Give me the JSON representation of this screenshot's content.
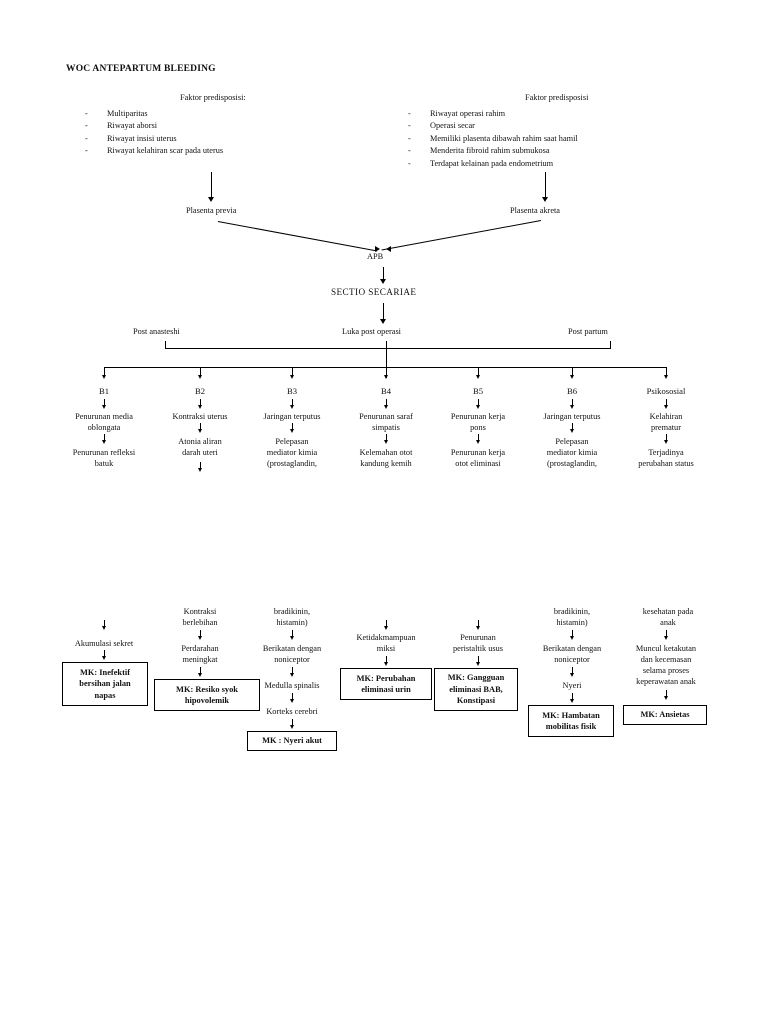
{
  "document": {
    "title": "WOC ANTEPARTUM BLEEDING"
  },
  "predisposing_left": {
    "heading": "Faktor predisposisi:",
    "items": [
      "Multiparitas",
      "Riwayat aborsi",
      "Riwayat insisi uterus",
      "Riwayat kelahiran scar pada uterus"
    ],
    "bullet": "-"
  },
  "predisposing_right": {
    "heading": "Faktor predisposisi",
    "items": [
      "Riwayat operasi rahim",
      "Operasi secar",
      "Memiliki plasenta dibawah rahim saat hamil",
      "Menderita fibroid rahim submukosa",
      "Terdapat kelainan pada endometrium"
    ],
    "bullet": "-"
  },
  "spine": {
    "plasenta_previa": "Plasenta previa",
    "plasenta_akreta": "Plasenta akreta",
    "apb": "APB",
    "sectio": "SECTIO SECARIAE"
  },
  "post_labels": {
    "post_anasteshi": "Post anasteshi",
    "luka_post_operasi": "Luka post operasi",
    "post_partum": "Post partum"
  },
  "branches": [
    {
      "code": "B1",
      "chain": [
        "Penurunan media\noblongata",
        "Penurunan refleksi\nbatuk"
      ],
      "lower": [
        "Akumulasi sekret"
      ],
      "mk": "MK: Inefektif\nbersihan jalan\nnapas"
    },
    {
      "code": "B2",
      "chain": [
        "Kontraksi uterus",
        "Atonia aliran\ndarah uteri"
      ],
      "lower": [
        "Kontraksi\nberlebihan",
        "Perdarahan\nmeningkat"
      ],
      "mk": "MK: Resiko syok\nhipovolemik"
    },
    {
      "code": "B3",
      "chain": [
        "Jaringan terputus",
        "Pelepasan\nmediator kimia\n(prostaglandin,"
      ],
      "lower": [
        "bradikinin,\nhistamin)",
        "Berikatan dengan\nnoniceptor",
        "Medulla spinalis",
        "Korteks cerebri"
      ],
      "mk": "MK : Nyeri akut"
    },
    {
      "code": "B4",
      "chain": [
        "Penurunan saraf\nsimpatis",
        "Kelemahan otot\nkandung kemih"
      ],
      "lower": [
        "Ketidakmampuan\nmiksi"
      ],
      "mk": "MK: Perubahan\neliminasi urin"
    },
    {
      "code": "B5",
      "chain": [
        "Penurunan kerja\npons",
        "Penurunan kerja\notot eliminasi"
      ],
      "lower": [
        "Penurunan\nperistaltik usus"
      ],
      "mk": "MK: Gangguan\neliminasi BAB,\nKonstipasi"
    },
    {
      "code": "B6",
      "chain": [
        "Jaringan terputus",
        "Pelepasan\nmediator kimia\n(prostaglandin,"
      ],
      "lower": [
        "bradikinin,\nhistamin)",
        "Berikatan dengan\nnoniceptor",
        "Nyeri"
      ],
      "mk": "MK: Hambatan\nmobilitas fisik"
    },
    {
      "code": "Psikososial",
      "chain": [
        "Kelahiran\nprematur",
        "Terjadinya\nperubahan status"
      ],
      "lower": [
        "kesehatan pada\nanak",
        "Muncul ketakutan\ndan kecemasan\nselama proses\nkeperawatan anak"
      ],
      "mk": "MK: Ansietas"
    }
  ],
  "colors": {
    "ink": "#111111",
    "line": "#000000",
    "paper": "#ffffff"
  }
}
